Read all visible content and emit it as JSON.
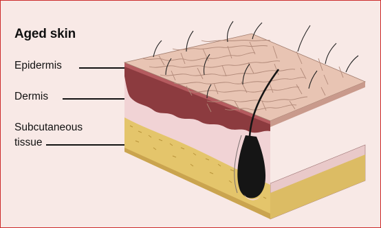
{
  "title": "Aged skin",
  "labels": {
    "epidermis": "Epidermis",
    "dermis": "Dermis",
    "subcutaneous_line1": "Subcutaneous",
    "subcutaneous_line2": "tissue"
  },
  "colors": {
    "border": "#cc2a2a",
    "background": "#f8e9e6",
    "epidermis_top": "#e8c4b3",
    "epidermis_edge": "#8c3b3f",
    "dermis": "#f1d3d5",
    "fat": "#e4c56b",
    "hair": "#151515"
  }
}
